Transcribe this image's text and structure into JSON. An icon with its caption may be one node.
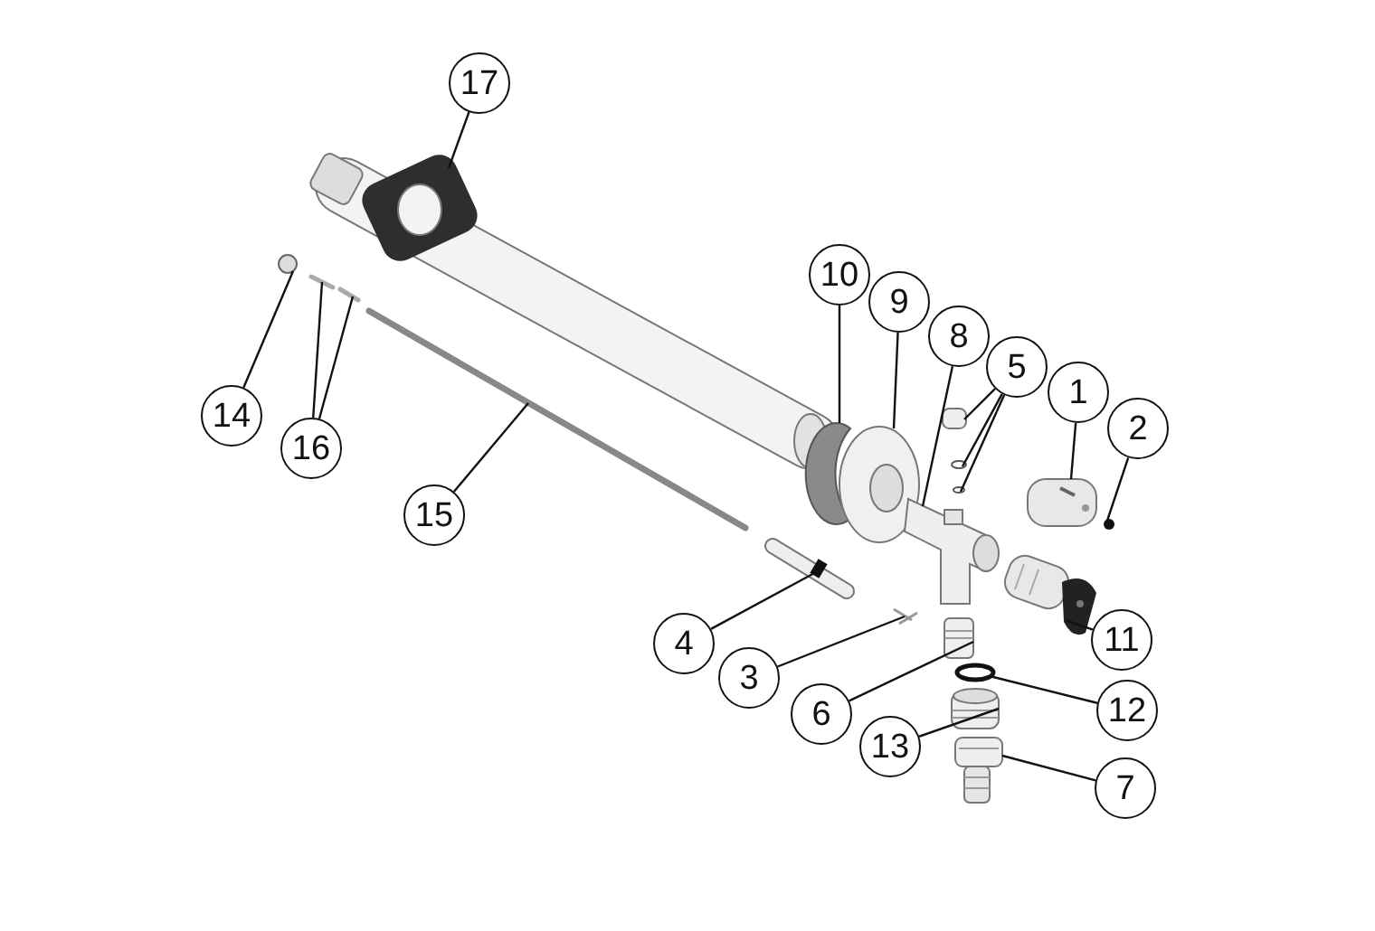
{
  "diagram": {
    "nodes": [
      {
        "text": [
          "17"
        ]
      },
      {
        "text": [
          "10"
        ]
      },
      {
        "text": [
          "9"
        ]
      },
      {
        "text": [
          "8"
        ]
      },
      {
        "text": [
          "5"
        ]
      },
      {
        "text": [
          "1"
        ]
      },
      {
        "text": [
          "14"
        ]
      },
      {
        "text": [
          "2"
        ]
      },
      {
        "text": [
          "16"
        ]
      },
      {
        "text": [
          "15"
        ]
      },
      {
        "text": [
          "11"
        ]
      },
      {
        "text": [
          "4"
        ]
      },
      {
        "text": [
          "3"
        ]
      },
      {
        "text": [
          "12"
        ]
      },
      {
        "text": [
          "6"
        ]
      },
      {
        "text": [
          "13"
        ]
      },
      {
        "text": [
          "7"
        ]
      },
      {
        "text": [],
        "shape": "circle"
      },
      {
        "text": [],
        "shape": "picture"
      },
      {
        "text": [],
        "shape": "bar"
      },
      {
        "text": [],
        "shape": "bar"
      },
      {
        "text": [],
        "shape": "bar"
      },
      {
        "text": [],
        "shape": "box"
      },
      {
        "text": [],
        "shape": "circle"
      },
      {
        "text": [],
        "shape": "circle"
      },
      {
        "text": [],
        "shape": "picture"
      },
      {
        "text": [],
        "shape": "picture"
      },
      {
        "text": [],
        "shape": "picture"
      },
      {
        "text": [],
        "shape": "picture"
      },
      {
        "text": [],
        "shape": "circle"
      },
      {
        "text": [],
        "shape": "picture"
      },
      {
        "text": [],
        "shape": "picture"
      },
      {
        "text": [],
        "shape": "picture"
      },
      {
        "text": [],
        "shape": "picture"
      },
      {
        "text": [],
        "shape": "circle"
      },
      {
        "text": [],
        "shape": "picture"
      },
      {
        "text": [],
        "shape": "picture"
      }
    ],
    "edges": [
      {
        "from": 0,
        "to": 18,
        "arrow": "none"
      },
      {
        "from": 1,
        "to": 25,
        "arrow": "none"
      },
      {
        "from": 2,
        "to": 26,
        "arrow": "none"
      },
      {
        "from": 3,
        "to": 28,
        "arrow": "none"
      },
      {
        "from": 4,
        "to": 22,
        "arrow": "none"
      },
      {
        "from": 4,
        "to": 23,
        "arrow": "none"
      },
      {
        "from": 4,
        "to": 24,
        "arrow": "none"
      },
      {
        "from": 5,
        "to": 27,
        "arrow": "none"
      },
      {
        "from": 6,
        "to": 17,
        "arrow": "none"
      },
      {
        "from": 7,
        "to": 29,
        "arrow": "none"
      },
      {
        "from": 8,
        "to": 19,
        "arrow": "none"
      },
      {
        "from": 8,
        "to": 20,
        "arrow": "none"
      },
      {
        "from": 9,
        "to": 21,
        "arrow": "none"
      },
      {
        "from": 10,
        "to": 31,
        "arrow": "none"
      },
      {
        "from": 11,
        "to": 30,
        "arrow": "none"
      },
      {
        "from": 12,
        "to": 32,
        "arrow": "none"
      },
      {
        "from": 13,
        "to": 34,
        "arrow": "none"
      },
      {
        "from": 14,
        "to": 33,
        "arrow": "none"
      },
      {
        "from": 15,
        "to": 35,
        "arrow": "none"
      },
      {
        "from": 16,
        "to": 36,
        "arrow": "none"
      }
    ]
  }
}
